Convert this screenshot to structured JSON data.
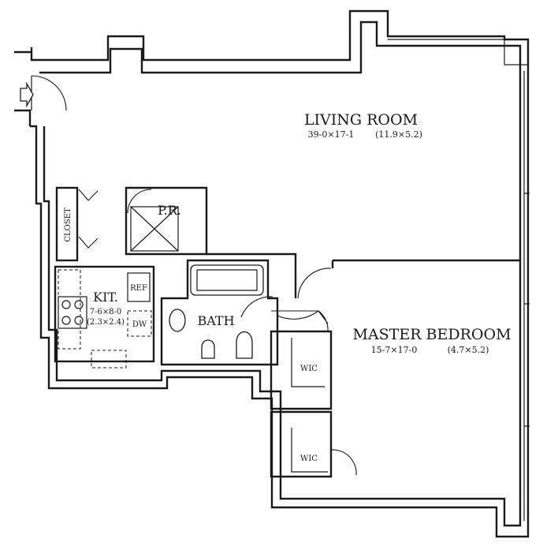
{
  "rooms": {
    "living_room": {
      "name": "LIVING ROOM",
      "dims_imperial": "39-0×17-1",
      "dims_metric": "(11.9×5.2)"
    },
    "master_bedroom": {
      "name": "MASTER BEDROOM",
      "dims_imperial": "15-7×17-0",
      "dims_metric": "(4.7×5.2)"
    },
    "kitchen": {
      "name": "KIT.",
      "dims_imperial": "7-6×8-0",
      "dims_metric": "(2.3×2.4)"
    },
    "bath": {
      "name": "BATH"
    },
    "powder_room": {
      "name": "P.R."
    },
    "closet": {
      "name": "CLOSET"
    },
    "wic_upper": {
      "name": "WIC"
    },
    "wic_lower": {
      "name": "WIC"
    }
  },
  "fixtures": {
    "refrigerator": "REF",
    "dishwasher": "DW"
  },
  "icons": [
    "entry-door-arrow-icon"
  ]
}
